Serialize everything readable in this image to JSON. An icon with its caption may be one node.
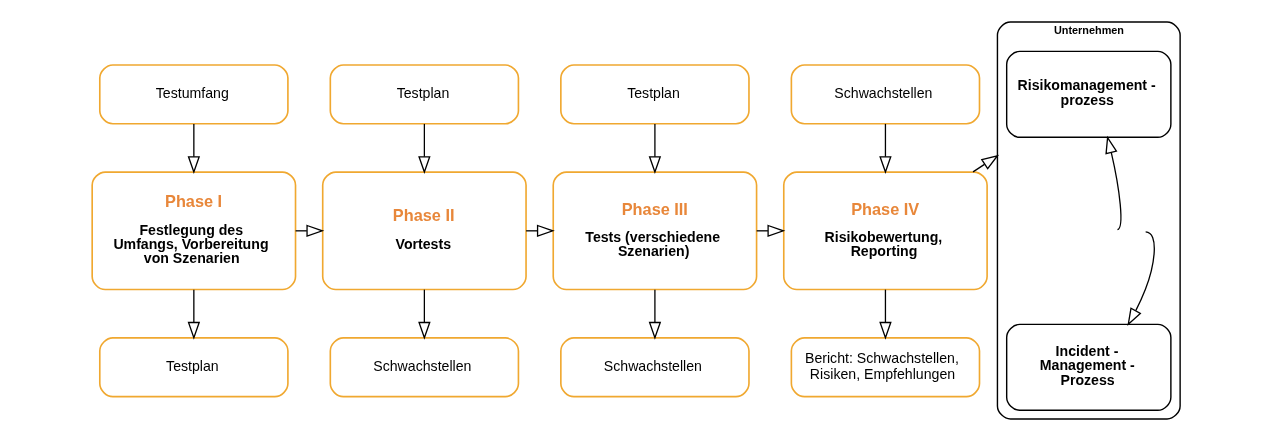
{
  "diagram": {
    "nodes": [
      {
        "text": [
          "Testumfang"
        ]
      },
      {
        "text": [
          "Testplan"
        ]
      },
      {
        "text": [
          "Testplan"
        ]
      },
      {
        "text": [
          "Schwachstellen"
        ]
      },
      {
        "text": [
          "Phase I",
          "Festlegung des Umfangs, Vorbereitung von Szenarien"
        ]
      },
      {
        "text": [
          "Phase II",
          "Vortests"
        ]
      },
      {
        "text": [
          "Phase III",
          "Tests (verschiedene Szenarien)"
        ]
      },
      {
        "text": [
          "Phase IV",
          "Risikobewertung, Reporting"
        ]
      },
      {
        "text": [
          "Unternehmen"
        ]
      },
      {
        "text": [
          "Risikomanagement - prozess"
        ],
        "in": 8
      },
      {
        "text": [
          "Incident - Management - Prozess"
        ],
        "in": 8
      },
      {
        "text": [
          "Testplan"
        ]
      },
      {
        "text": [
          "Schwachstellen"
        ]
      },
      {
        "text": [
          "Schwachstellen"
        ]
      },
      {
        "text": [
          "Bericht: Schwachstellen, Risiken, Empfehlungen"
        ]
      }
    ],
    "edges": [
      {
        "from": 0,
        "to": 4,
        "arrow": "to"
      },
      {
        "from": 1,
        "to": 5,
        "arrow": "to"
      },
      {
        "from": 2,
        "to": 6,
        "arrow": "to"
      },
      {
        "from": 3,
        "to": 7,
        "arrow": "to"
      },
      {
        "from": 4,
        "to": 5,
        "arrow": "to"
      },
      {
        "from": 5,
        "to": 6,
        "arrow": "to"
      },
      {
        "from": 6,
        "to": 7,
        "arrow": "to"
      },
      {
        "from": 7,
        "to": 8,
        "arrow": "to"
      },
      {
        "from": null,
        "to": 9,
        "arrow": "to"
      },
      {
        "from": null,
        "to": 10,
        "arrow": "to"
      },
      {
        "from": 4,
        "to": 11,
        "arrow": "to"
      },
      {
        "from": 5,
        "to": 12,
        "arrow": "to"
      },
      {
        "from": 6,
        "to": 13,
        "arrow": "to"
      },
      {
        "from": 7,
        "to": 14,
        "arrow": "to"
      }
    ]
  }
}
